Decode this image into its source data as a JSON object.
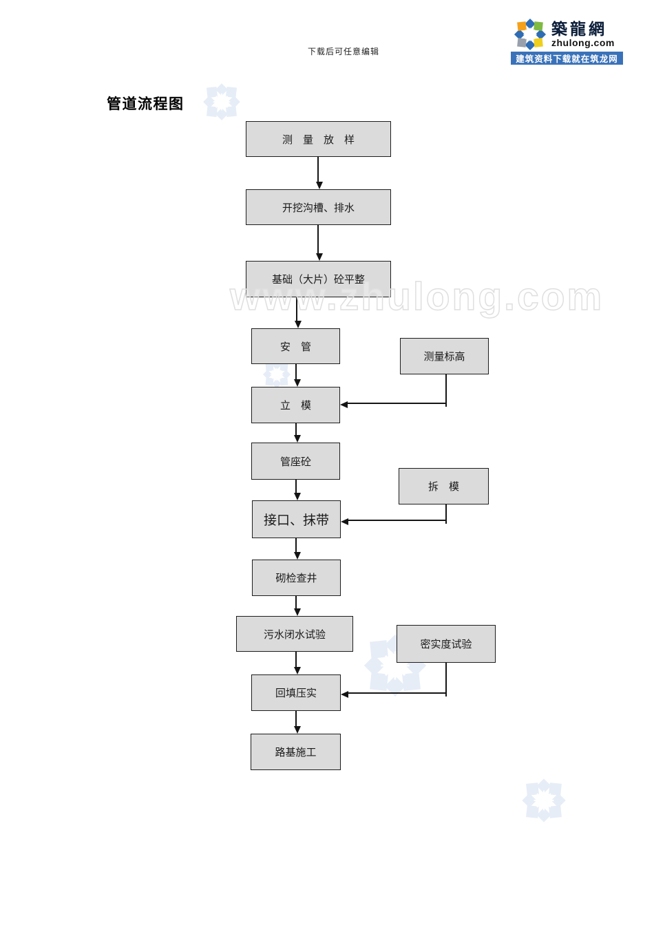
{
  "page": {
    "header_note": "下载后可任意编辑",
    "title": "管道流程图"
  },
  "logo": {
    "name": "築龍網",
    "domain": "zhulong.com",
    "tagline": "建筑资料下载就在筑龙网",
    "icon": "pinwheel-icon",
    "colors": {
      "bar_blue": "#3a72b9",
      "diamond_blue": "#2e6db4",
      "petal_orange": "#f5a11c",
      "petal_green": "#7fba42",
      "petal_gray": "#98a0ac",
      "petal_yellow": "#efcf1d"
    }
  },
  "watermarks": {
    "url_text": "www.zhulong.com",
    "pinwheel_color": "#e6edf7"
  },
  "flowchart": {
    "type": "flowchart",
    "box_fill": "#dbdbdb",
    "box_border": "#1c1c1c",
    "main_steps": [
      {
        "label": "测　量　放　样"
      },
      {
        "label": "开挖沟槽、排水"
      },
      {
        "label": "基础（大片）砼平整"
      },
      {
        "label": "安　管"
      },
      {
        "label": "立　模"
      },
      {
        "label": "管座砼"
      },
      {
        "label": "接口、抹带"
      },
      {
        "label": "砌检查井"
      },
      {
        "label": "污水闭水试验"
      },
      {
        "label": "回填压实"
      },
      {
        "label": "路基施工"
      }
    ],
    "side_steps": [
      {
        "label": "测量标高",
        "connects_to": "立　模"
      },
      {
        "label": "拆　模",
        "connects_to": "接口、抹带"
      },
      {
        "label": "密实度试验",
        "connects_to": "回填压实"
      }
    ],
    "main_flow_order": "top-to-bottom sequential arrows"
  }
}
